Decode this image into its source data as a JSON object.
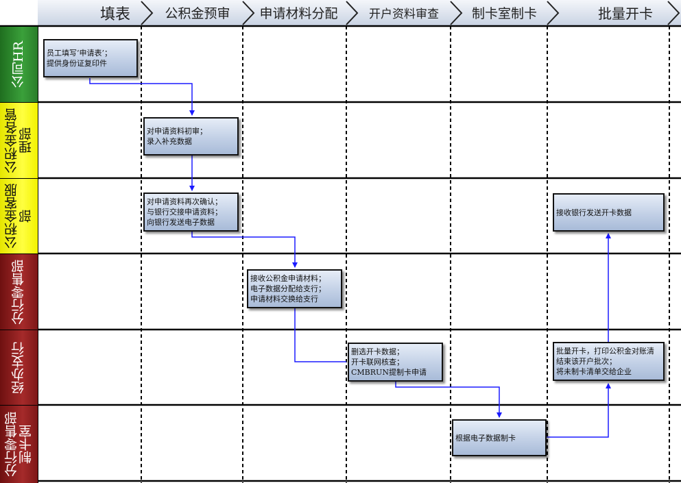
{
  "phases": [
    {
      "label": "填表"
    },
    {
      "label": "公积金预审"
    },
    {
      "label": "申请材料分配"
    },
    {
      "label": "开户资料审查"
    },
    {
      "label": "制卡室制卡"
    },
    {
      "label": "批量开卡"
    }
  ],
  "lanes": [
    {
      "label": "公司HR",
      "color": "#2e8b2e",
      "text_color": "#ffffff"
    },
    {
      "label": "公积金各管\n理部",
      "color": "#ffff00",
      "text_color": "#111111"
    },
    {
      "label": "公积金客服\n部",
      "color": "#ffff00",
      "text_color": "#111111"
    },
    {
      "label": "分行零售部",
      "color": "#8b1a1a",
      "text_color": "#ffffff"
    },
    {
      "label": "经办支行",
      "color": "#8b1a1a",
      "text_color": "#ffffff"
    },
    {
      "label": "分行零售部\n制卡室",
      "color": "#8b1a1a",
      "text_color": "#ffffff"
    }
  ],
  "tasks": {
    "hr_fill": "员工填写‘申请表’；\n提供身份证复印件",
    "mgmt_review": "对申请资料初审；\n录入补充数据",
    "service_confirm": "对申请资料再次确认；\n与银行交接申请资料；\n向银行发送电子数据",
    "service_receive": "接收银行发送开卡数据",
    "retail_receive": "接收公积金申请材料；\n电子数据分配给支行；\n申请材料交换给支行",
    "branch_screen": "删选开卡数据；\n开卡联网核查；\nCMBRUN提制卡申请",
    "branch_batch": "批量开卡，打印公积金对账清\n结束该开户批次；\n将未制卡清单交给企业",
    "card_room_make": "根据电子数据制卡"
  },
  "colors": {
    "header_fill": "#dde4ee",
    "connector": "#1a1aff",
    "grid": "#000000"
  }
}
